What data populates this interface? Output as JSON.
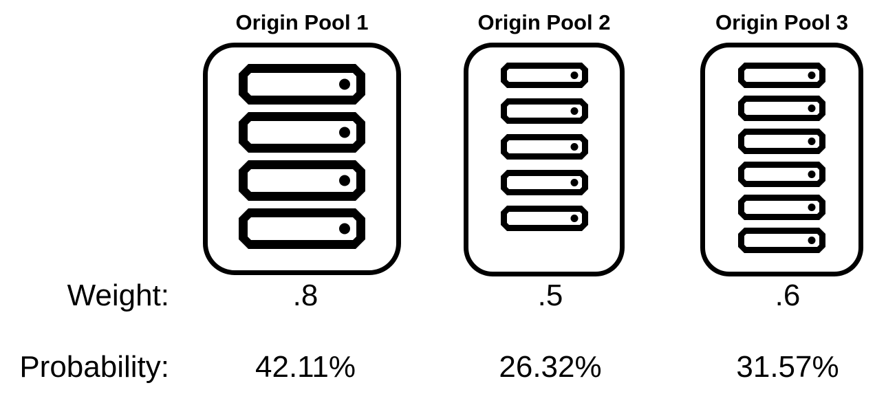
{
  "diagram": {
    "colors": {
      "foreground": "#000000",
      "background": "#ffffff"
    },
    "icons": {
      "server": "server-icon"
    },
    "rows": {
      "weight_label": "Weight:",
      "probability_label": "Probability:"
    },
    "pools": [
      {
        "name": "Origin Pool 1",
        "server_count": 4,
        "weight": ".8",
        "probability": "42.11%"
      },
      {
        "name": "Origin Pool 2",
        "server_count": 5,
        "weight": ".5",
        "probability": "26.32%"
      },
      {
        "name": "Origin Pool 3",
        "server_count": 6,
        "weight": ".6",
        "probability": "31.57%"
      }
    ]
  }
}
